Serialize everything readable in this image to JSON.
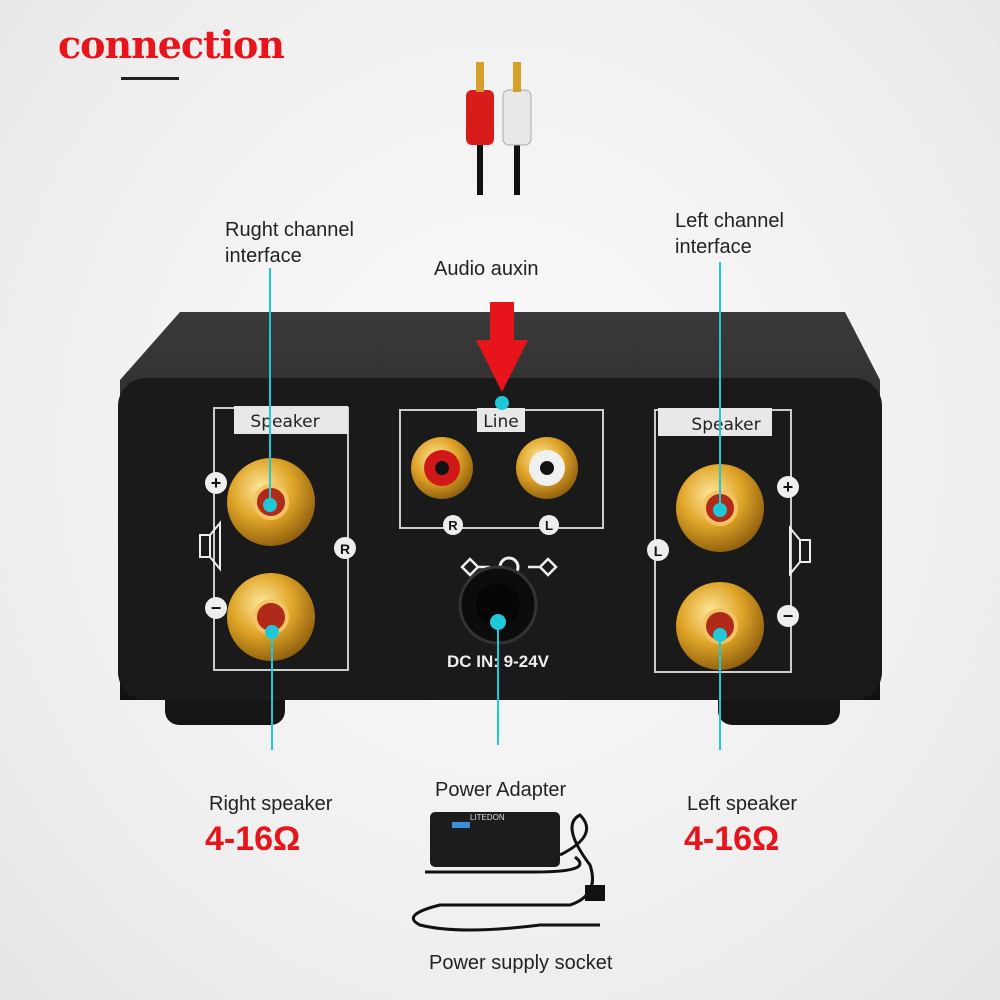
{
  "title": "connection",
  "labels": {
    "right_channel": [
      "Rught channel",
      "interface"
    ],
    "left_channel": [
      "Left channel",
      "interface"
    ],
    "audio_aux": "Audio auxin",
    "right_speaker": "Right speaker",
    "right_impedance": "4-16Ω",
    "left_speaker": "Left speaker",
    "left_impedance": "4-16Ω",
    "power_adapter": "Power Adapter",
    "power_socket": "Power supply socket"
  },
  "panel": {
    "speaker_left": "Speaker",
    "speaker_right": "Speaker",
    "line": "Line",
    "r": "R",
    "l": "L",
    "r_side": "R",
    "l_side": "L",
    "plus": "+",
    "minus": "−",
    "dc_in": "DC IN: 9-24V",
    "adapter_brand": "LITEDON"
  },
  "colors": {
    "accent": "#e8141b",
    "callout": "#1fc8d8",
    "body": "#161616"
  }
}
